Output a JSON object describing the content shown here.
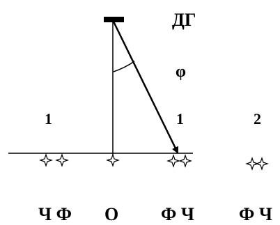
{
  "labels": {
    "grating": "ДГ",
    "angle": "φ",
    "order_left": "1",
    "order_right_1": "1",
    "order_right_2": "2",
    "spectrum_left": "Ч Ф",
    "spectrum_center": "О",
    "spectrum_right_1": "Ф Ч",
    "spectrum_right_2": "Ф Ч"
  },
  "colors": {
    "ink": "#000000",
    "background": "#ffffff"
  }
}
